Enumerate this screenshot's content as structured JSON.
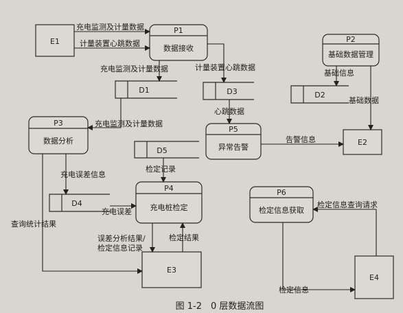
{
  "entities": {
    "e1": "E1",
    "e2": "E2",
    "e3": "E3",
    "e4": "E4"
  },
  "processes": {
    "p1": {
      "id": "P1",
      "name": "数据接收"
    },
    "p2": {
      "id": "P2",
      "name": "基础数据管理"
    },
    "p3": {
      "id": "P3",
      "name": "数据分析"
    },
    "p4": {
      "id": "P4",
      "name": "充电桩检定"
    },
    "p5": {
      "id": "P5",
      "name": "异常告警"
    },
    "p6": {
      "id": "P6",
      "name": "检定信息获取"
    }
  },
  "stores": {
    "d1": "D1",
    "d2": "D2",
    "d3": "D3",
    "d4": "D4",
    "d5": "D5"
  },
  "flows": {
    "e1_p1_monitor": "充电监测及计量数据",
    "e1_p1_heartbeat": "计量装置心跳数据",
    "p1_d1": "充电监测及计量数据",
    "p1_d3": "计量装置心跳数据",
    "p2_info": "基础信息",
    "p2_e2": "基础数据",
    "d1_p3": "充电监测及计量数据",
    "d3_p5": "心跳数据",
    "p5_e2": "告警信息",
    "d5_p4": "检定记录",
    "p3_d4": "充电误差信息",
    "d4_p4": "充电误差",
    "p3_e3": "查询统计结果",
    "e4_p6": "检定信息查询请求",
    "p4_e3_a": "误差分析结果/",
    "p4_e3_b": "检定信息记录",
    "e3_p4": "检定结果",
    "p6_e4": "检定信息"
  },
  "caption": "图 1-2　0 层数据流图"
}
